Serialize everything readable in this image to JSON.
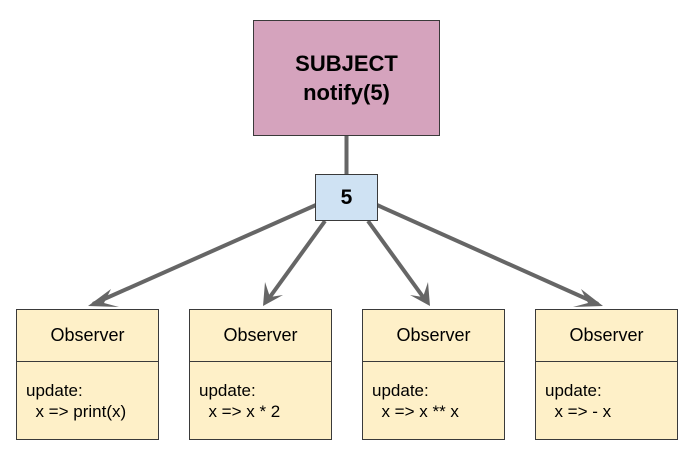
{
  "subject": {
    "title": "SUBJECT",
    "call": "notify(5)"
  },
  "value": "5",
  "observers": [
    {
      "title": "Observer",
      "update_label": "update:",
      "expression": "  x => print(x)"
    },
    {
      "title": "Observer",
      "update_label": "update:",
      "expression": "  x => x * 2"
    },
    {
      "title": "Observer",
      "update_label": "update:",
      "expression": "  x => x ** x"
    },
    {
      "title": "Observer",
      "update_label": "update:",
      "expression": "  x => - x"
    }
  ],
  "colors": {
    "subject_fill": "#d5a3bd",
    "value_fill": "#cfe2f3",
    "observer_fill": "#fef0c8",
    "arrow": "#666666"
  }
}
